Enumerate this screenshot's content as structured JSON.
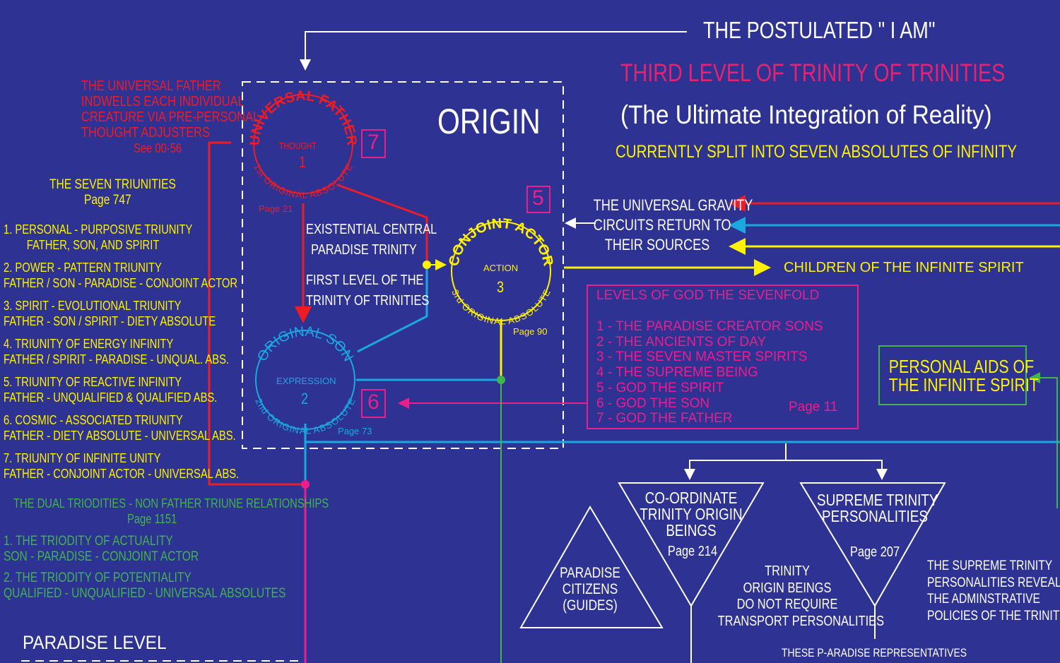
{
  "colors": {
    "bg": "#2e3292",
    "red": "#ee1c25",
    "magenta": "#ec1e8c",
    "yellow": "#fff200",
    "blue": "#1ba8e0",
    "green": "#3fb54a",
    "white": "#ffffff",
    "pink": "#e6236f"
  },
  "header": {
    "postulated": "THE POSTULATED \" I AM\"",
    "third_level": "THIRD LEVEL OF TRINITY OF TRINITIES",
    "ultimate": "(The Ultimate Integration of Reality)",
    "split": "CURRENTLY SPLIT  INTO SEVEN ABSOLUTES OF INFINITY"
  },
  "origin_label": "ORIGIN",
  "father_note": {
    "lines": [
      "THE UNIVERSAL FATHER",
      "INDWELLS EACH INDIVIDUAL",
      "CREATURE VIA PRE-PERSONAL",
      "THOUGHT ADJUSTERS"
    ],
    "see": "See  00-56"
  },
  "triunities": {
    "title": "THE SEVEN TRIUNITIES",
    "page": "Page 747",
    "items": [
      {
        "a": "1.  PERSONAL - PURPOSIVE TRIUNITY",
        "b": "FATHER, SON, AND SPIRIT"
      },
      {
        "a": "2.  POWER - PATTERN TRIUNITY",
        "b": "FATHER / SON - PARADISE - CONJOINT ACTOR"
      },
      {
        "a": "3.  SPIRIT - EVOLUTIONAL TRIUNITY",
        "b": "FATHER - SON / SPIRIT - DIETY ABSOLUTE"
      },
      {
        "a": "4.  TRIUNITY OF ENERGY INFINITY",
        "b": "FATHER / SPIRIT - PARADISE - UNQUAL. ABS."
      },
      {
        "a": "5.  TRIUNITY OF REACTIVE INFINITY",
        "b": "FATHER - UNQUALIFIED & QUALIFIED ABS."
      },
      {
        "a": "6.  COSMIC - ASSOCIATED TRIUNITY",
        "b": "FATHER - DIETY ABSOLUTE - UNIVERSAL  ABS."
      },
      {
        "a": "7.  TRIUNITY OF INFINITE UNITY",
        "b": "FATHER - CONJOINT ACTOR - UNIVERSAL  ABS."
      }
    ]
  },
  "triodities": {
    "title": "THE DUAL TRIODITIES - NON FATHER TRIUNE RELATIONSHIPS",
    "page": "Page 1151",
    "items": [
      {
        "a": "1.  THE TRIODITY OF ACTUALITY",
        "b": "SON - PARADISE - CONJOINT ACTOR"
      },
      {
        "a": "2.  THE TRIODITY OF POTENTIALITY",
        "b": "QUALIFIED - UNQUALIFIED - UNIVERSAL ABSOLUTES"
      }
    ]
  },
  "paradise_level": "PARADISE LEVEL",
  "father_circle": {
    "arc_top": "UNIVERSAL FATHER",
    "word": "THOUGHT",
    "num": "1",
    "arc_bottom": "1st ORIGINAL ABSOLUTE",
    "page": "Page 21",
    "box": "7"
  },
  "son_circle": {
    "arc_top": "ORIGINAL SON",
    "word": "EXPRESSION",
    "num": "2",
    "arc_bottom": "2nd ORIGINAL ABSOLUTE",
    "page": "Page 73",
    "box": "6"
  },
  "actor_circle": {
    "arc_top": "CONJOINT ACTOR",
    "word": "ACTION",
    "num": "3",
    "arc_bottom": "3rd ORIGINAL ABSOLUTE",
    "page": "Page 90",
    "box": "5"
  },
  "central_trinity": {
    "lines": [
      "EXISTENTIAL CENTRAL",
      "PARADISE TRINITY"
    ],
    "lines2": [
      "FIRST LEVEL OF THE",
      "TRINITY OF TRINITIES"
    ]
  },
  "gravity": {
    "lines": [
      "THE UNIVERSAL GRAVITY",
      "CIRCUITS RETURN TO",
      "THEIR SOURCES"
    ]
  },
  "children": "CHILDREN OF THE INFINITE SPIRIT",
  "sevenfold": {
    "title": "LEVELS OF GOD THE SEVENFOLD",
    "items": [
      "1 - THE PARADISE CREATOR SONS",
      "2 - THE ANCIENTS OF DAY",
      "3 - THE SEVEN MASTER SPIRITS",
      "4 - THE SUPREME BEING",
      "5 - GOD THE SPIRIT",
      "6 - GOD THE SON",
      "7 - GOD THE FATHER"
    ],
    "page": "Page 11"
  },
  "personal_aids": {
    "lines": [
      "PERSONAL AIDS OF",
      "THE INFINITE SPIRIT"
    ]
  },
  "coordinate": {
    "lines": [
      "CO-ORDINATE",
      "TRINITY ORIGIN",
      "BEINGS"
    ],
    "page": "Page 214"
  },
  "supreme": {
    "lines": [
      "SUPREME TRINITY",
      "PERSONALITIES"
    ],
    "page": "Page 207"
  },
  "citizens": {
    "lines": [
      "PARADISE",
      "CITIZENS",
      "(GUIDES)"
    ]
  },
  "transport": {
    "lines": [
      "TRINITY",
      "ORIGIN BEINGS",
      "DO NOT REQUIRE",
      "TRANSPORT PERSONALITIES"
    ]
  },
  "reveal": {
    "lines": [
      "THE SUPREME TRINITY",
      "PERSONALITIES REVEAL",
      "THE ADMINSTRATIVE",
      "POLICIES OF THE TRINITY"
    ]
  },
  "representatives": "THESE P-ARADISE REPRESENTATIVES"
}
